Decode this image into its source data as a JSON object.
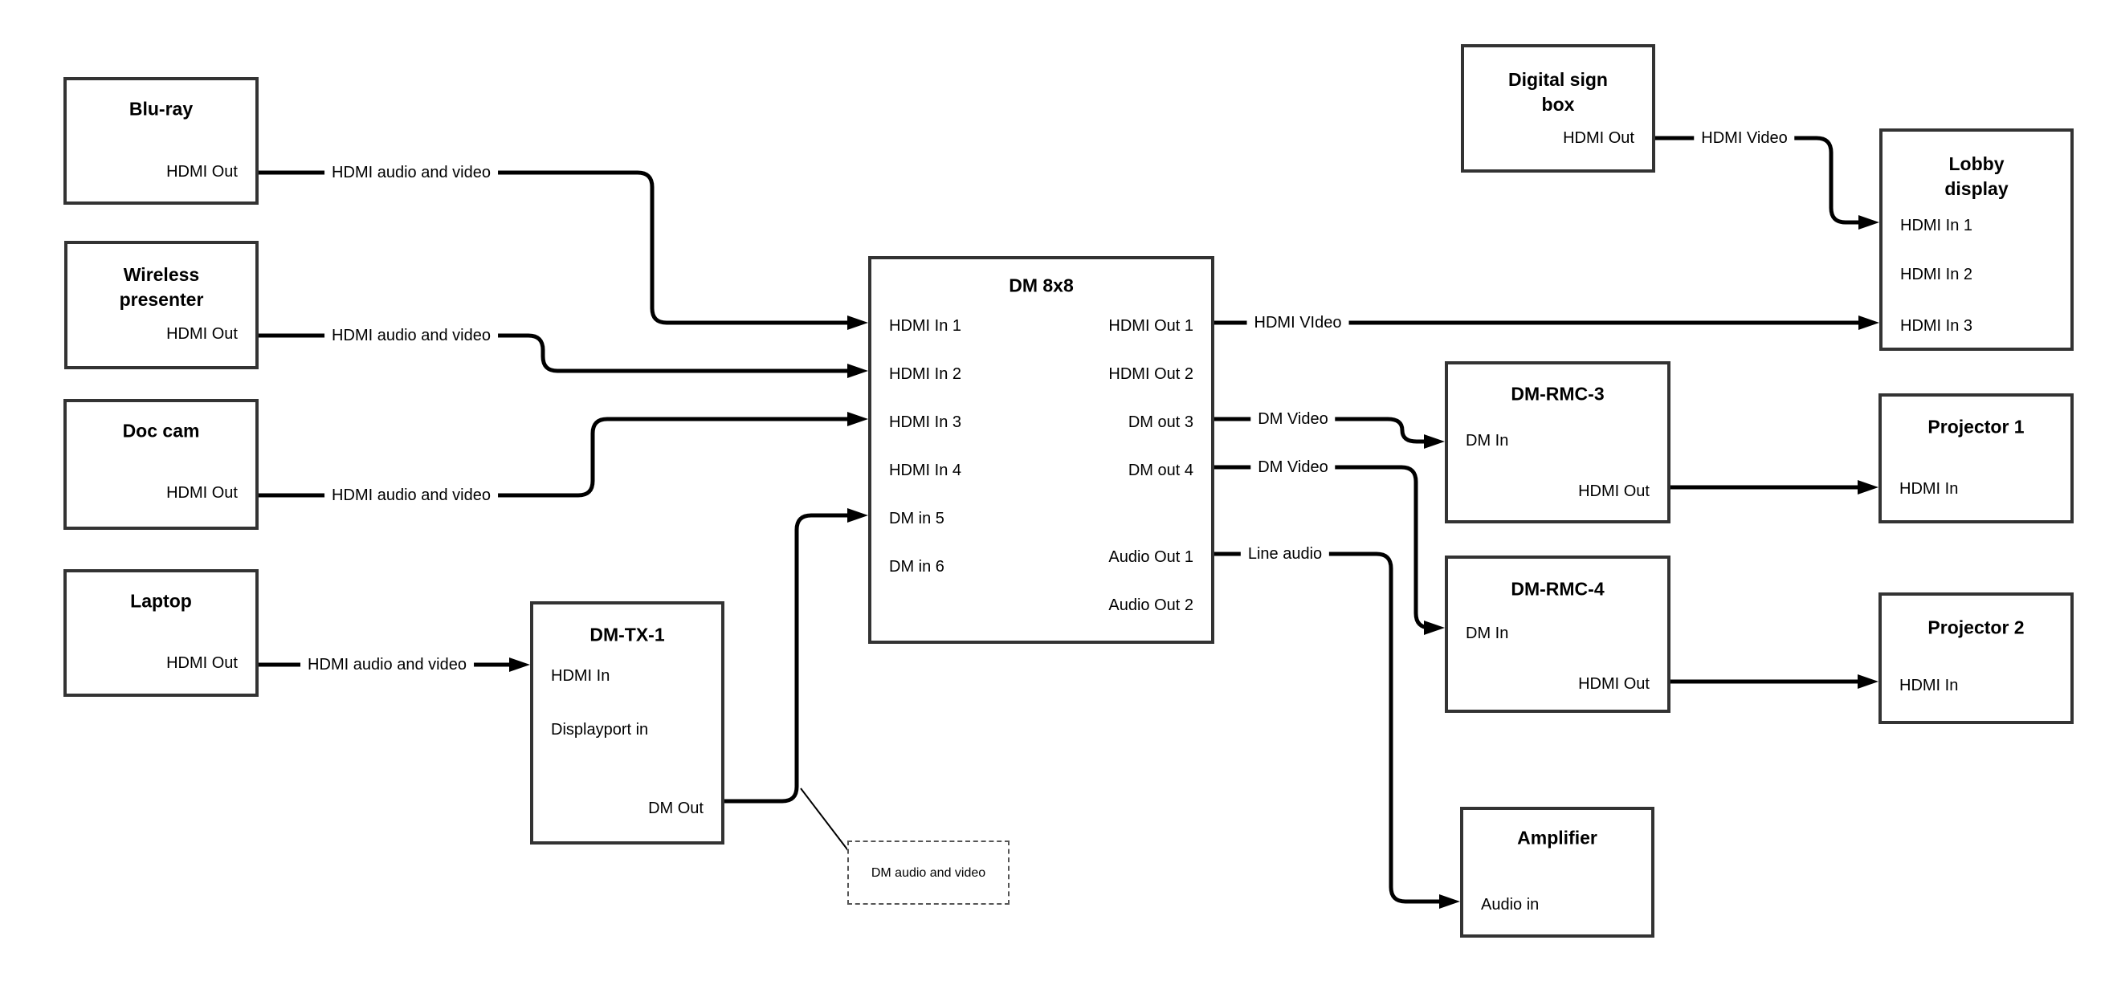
{
  "nodes": {
    "bluray": {
      "title": "Blu-ray",
      "hdmi_out": "HDMI Out"
    },
    "wireless": {
      "title": "Wireless presenter",
      "hdmi_out": "HDMI Out"
    },
    "doc_cam": {
      "title": "Doc cam",
      "hdmi_out": "HDMI Out"
    },
    "laptop": {
      "title": "Laptop",
      "hdmi_out": "HDMI Out"
    },
    "dm_tx_1": {
      "title": "DM-TX-1",
      "hdmi_in": "HDMI In",
      "displayport_in": "Displayport in",
      "dm_out": "DM Out"
    },
    "dm_8x8": {
      "title": "DM 8x8",
      "in1": "HDMI In 1",
      "in2": "HDMI In 2",
      "in3": "HDMI In 3",
      "in4": "HDMI In 4",
      "in5": "DM in 5",
      "in6": "DM in 6",
      "out1": "HDMI Out 1",
      "out2": "HDMI Out 2",
      "out3": "DM out 3",
      "out4": "DM out 4",
      "audio1": "Audio Out 1",
      "audio2": "Audio Out 2"
    },
    "digital_sign": {
      "title": "Digital sign box",
      "hdmi_out": "HDMI Out"
    },
    "lobby_display": {
      "title": "Lobby display",
      "in1": "HDMI In 1",
      "in2": "HDMI In 2",
      "in3": "HDMI In 3"
    },
    "dm_rmc_3": {
      "title": "DM-RMC-3",
      "dm_in": "DM In",
      "hdmi_out": "HDMI Out"
    },
    "dm_rmc_4": {
      "title": "DM-RMC-4",
      "dm_in": "DM In",
      "hdmi_out": "HDMI Out"
    },
    "projector_1": {
      "title": "Projector 1",
      "hdmi_in": "HDMI In"
    },
    "projector_2": {
      "title": "Projector 2",
      "hdmi_in": "HDMI In"
    },
    "amplifier": {
      "title": "Amplifier",
      "audio_in": "Audio in"
    }
  },
  "edge_labels": {
    "bluray_to_dm8x8": "HDMI audio and video",
    "wireless_to_dm8x8": "HDMI audio and video",
    "doccam_to_dm8x8": "HDMI audio and video",
    "laptop_to_tx1": "HDMI audio and video",
    "sign_to_lobby": "HDMI Video",
    "out1_to_lobby": "HDMI VIdeo",
    "out3_to_rmc3": "DM Video",
    "out4_to_rmc4": "DM Video",
    "audio1_to_amp": "Line audio",
    "note": "DM audio and video"
  },
  "colors": {
    "background": "#ffffff",
    "box_border": "#333333",
    "line": "#000000",
    "text": "#000000"
  }
}
